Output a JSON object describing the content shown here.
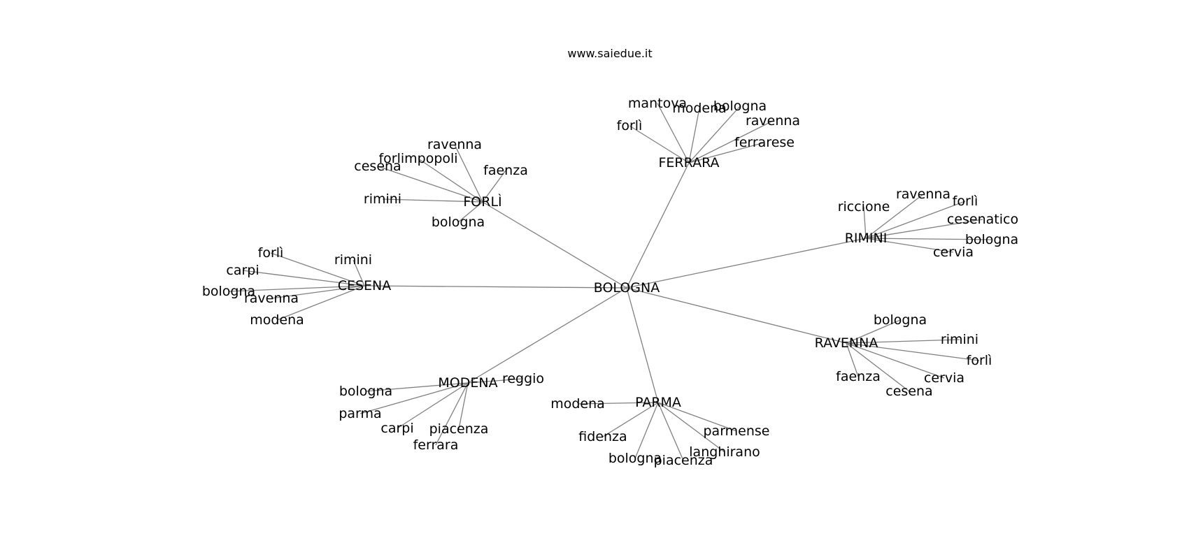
{
  "title": "www.saiedue.it",
  "graph": {
    "center": "BOLOGNA",
    "hubs": [
      {
        "name": "FERRARA",
        "leaves": [
          "mantova",
          "modena",
          "bologna",
          "forlì",
          "ravenna",
          "ferrarese"
        ]
      },
      {
        "name": "FORLÌ",
        "leaves": [
          "ravenna",
          "forlimpopoli",
          "cesena",
          "faenza",
          "rimini",
          "bologna"
        ]
      },
      {
        "name": "RIMINI",
        "leaves": [
          "ravenna",
          "riccione",
          "forlì",
          "cesenatico",
          "bologna",
          "cervia"
        ]
      },
      {
        "name": "CESENA",
        "leaves": [
          "forlì",
          "rimini",
          "carpi",
          "bologna",
          "ravenna",
          "modena"
        ]
      },
      {
        "name": "RAVENNA",
        "leaves": [
          "bologna",
          "rimini",
          "forlì",
          "faenza",
          "cervia",
          "cesena"
        ]
      },
      {
        "name": "MODENA",
        "leaves": [
          "reggio",
          "bologna",
          "parma",
          "carpi",
          "piacenza",
          "ferrara"
        ]
      },
      {
        "name": "PARMA",
        "leaves": [
          "modena",
          "fidenza",
          "parmense",
          "langhirano",
          "bologna",
          "piacenza"
        ]
      }
    ]
  }
}
